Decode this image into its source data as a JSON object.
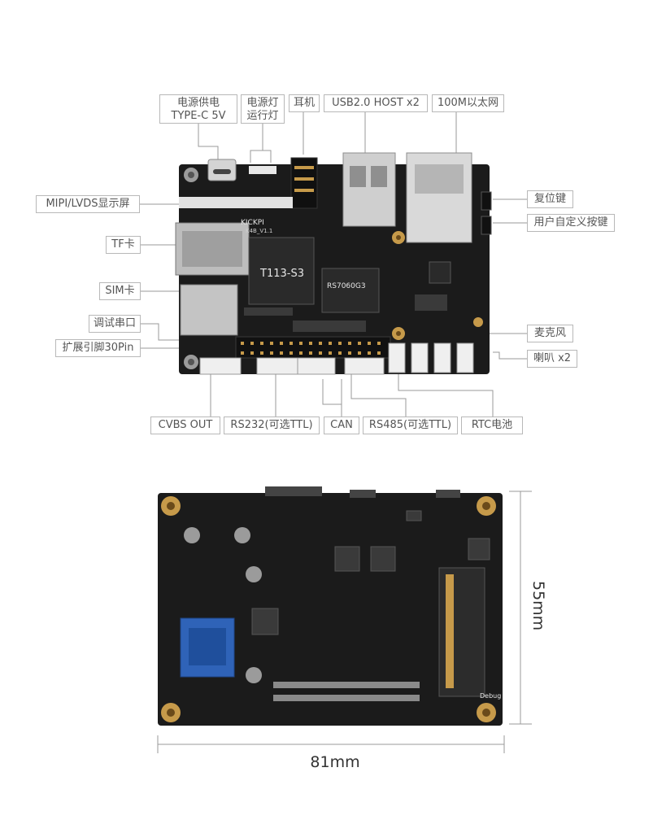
{
  "top_labels": {
    "power_supply": "电源供电\nTYPE-C 5V",
    "power_led": "电源灯\n运行灯",
    "earphone": "耳机",
    "usb_host": "USB2.0 HOST x2",
    "ethernet": "100M以太网"
  },
  "left_labels": {
    "display": "MIPI/LVDS显示屏",
    "tf_card": "TF卡",
    "sim_card": "SIM卡",
    "debug_uart": "调试串口",
    "expansion": "扩展引脚30Pin"
  },
  "right_labels": {
    "reset_key": "复位键",
    "user_key": "用户自定义按键",
    "microphone": "麦克风",
    "speaker": "喇叭 x2"
  },
  "bottom_labels": {
    "cvbs": "CVBS OUT",
    "rs232": "RS232(可选TTL)",
    "can": "CAN",
    "rs485": "RS485(可选TTL)",
    "rtc": "RTC电池"
  },
  "board_text": {
    "brand": "KICKPI",
    "model": "K4B_V1.1",
    "soc": "T113-S3",
    "pmic": "RS7060G3",
    "debug_silk": "Debug"
  },
  "dimensions": {
    "height": "55mm",
    "width": "81mm"
  },
  "colors": {
    "pcb": "#1b1b1b",
    "label_border": "#b8b8b8",
    "wifi_module": "#2f63b8",
    "gold": "#c69a4a"
  }
}
